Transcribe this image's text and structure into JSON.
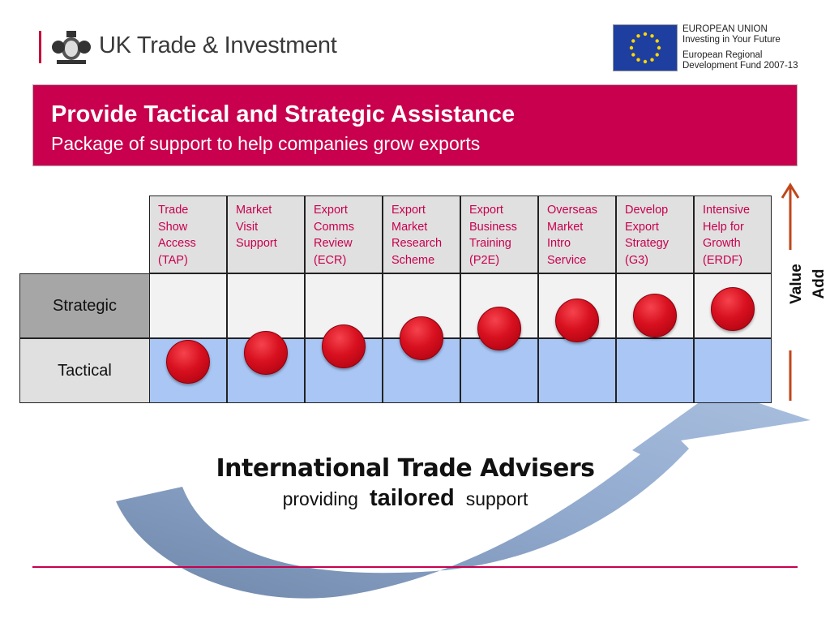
{
  "brand": {
    "name": "UK Trade & Investment"
  },
  "eu": {
    "lines": [
      "EUROPEAN UNION",
      "Investing in Your Future",
      "European Regional",
      "Development Fund 2007-13"
    ]
  },
  "banner": {
    "title": "Provide Tactical and Strategic Assistance",
    "subtitle": "Package of support to help companies grow exports"
  },
  "table": {
    "columns": [
      "Trade Show Access (TAP)",
      "Market Visit Support",
      "Export Comms Review (ECR)",
      "Export Market Research Scheme",
      "Export Business Training (P2E)",
      "Overseas Market Intro Service",
      "Develop Export Strategy (G3)",
      "Intensive Help for Growth (ERDF)"
    ],
    "rows": [
      "Strategic",
      "Tactical"
    ],
    "dot_levels": [
      0.15,
      0.3,
      0.42,
      0.55,
      0.72,
      0.86,
      0.95,
      1.05
    ]
  },
  "value_add": "Value Add",
  "ita": {
    "title": "International Trade Advisers",
    "sub_before": "providing",
    "sub_strong": "tailored",
    "sub_after": "support"
  },
  "colors": {
    "accent": "#c8004e",
    "strategic_row": "#a6a6a6",
    "tactical_row": "#a9c6f5",
    "arrow": "#c0461a"
  }
}
